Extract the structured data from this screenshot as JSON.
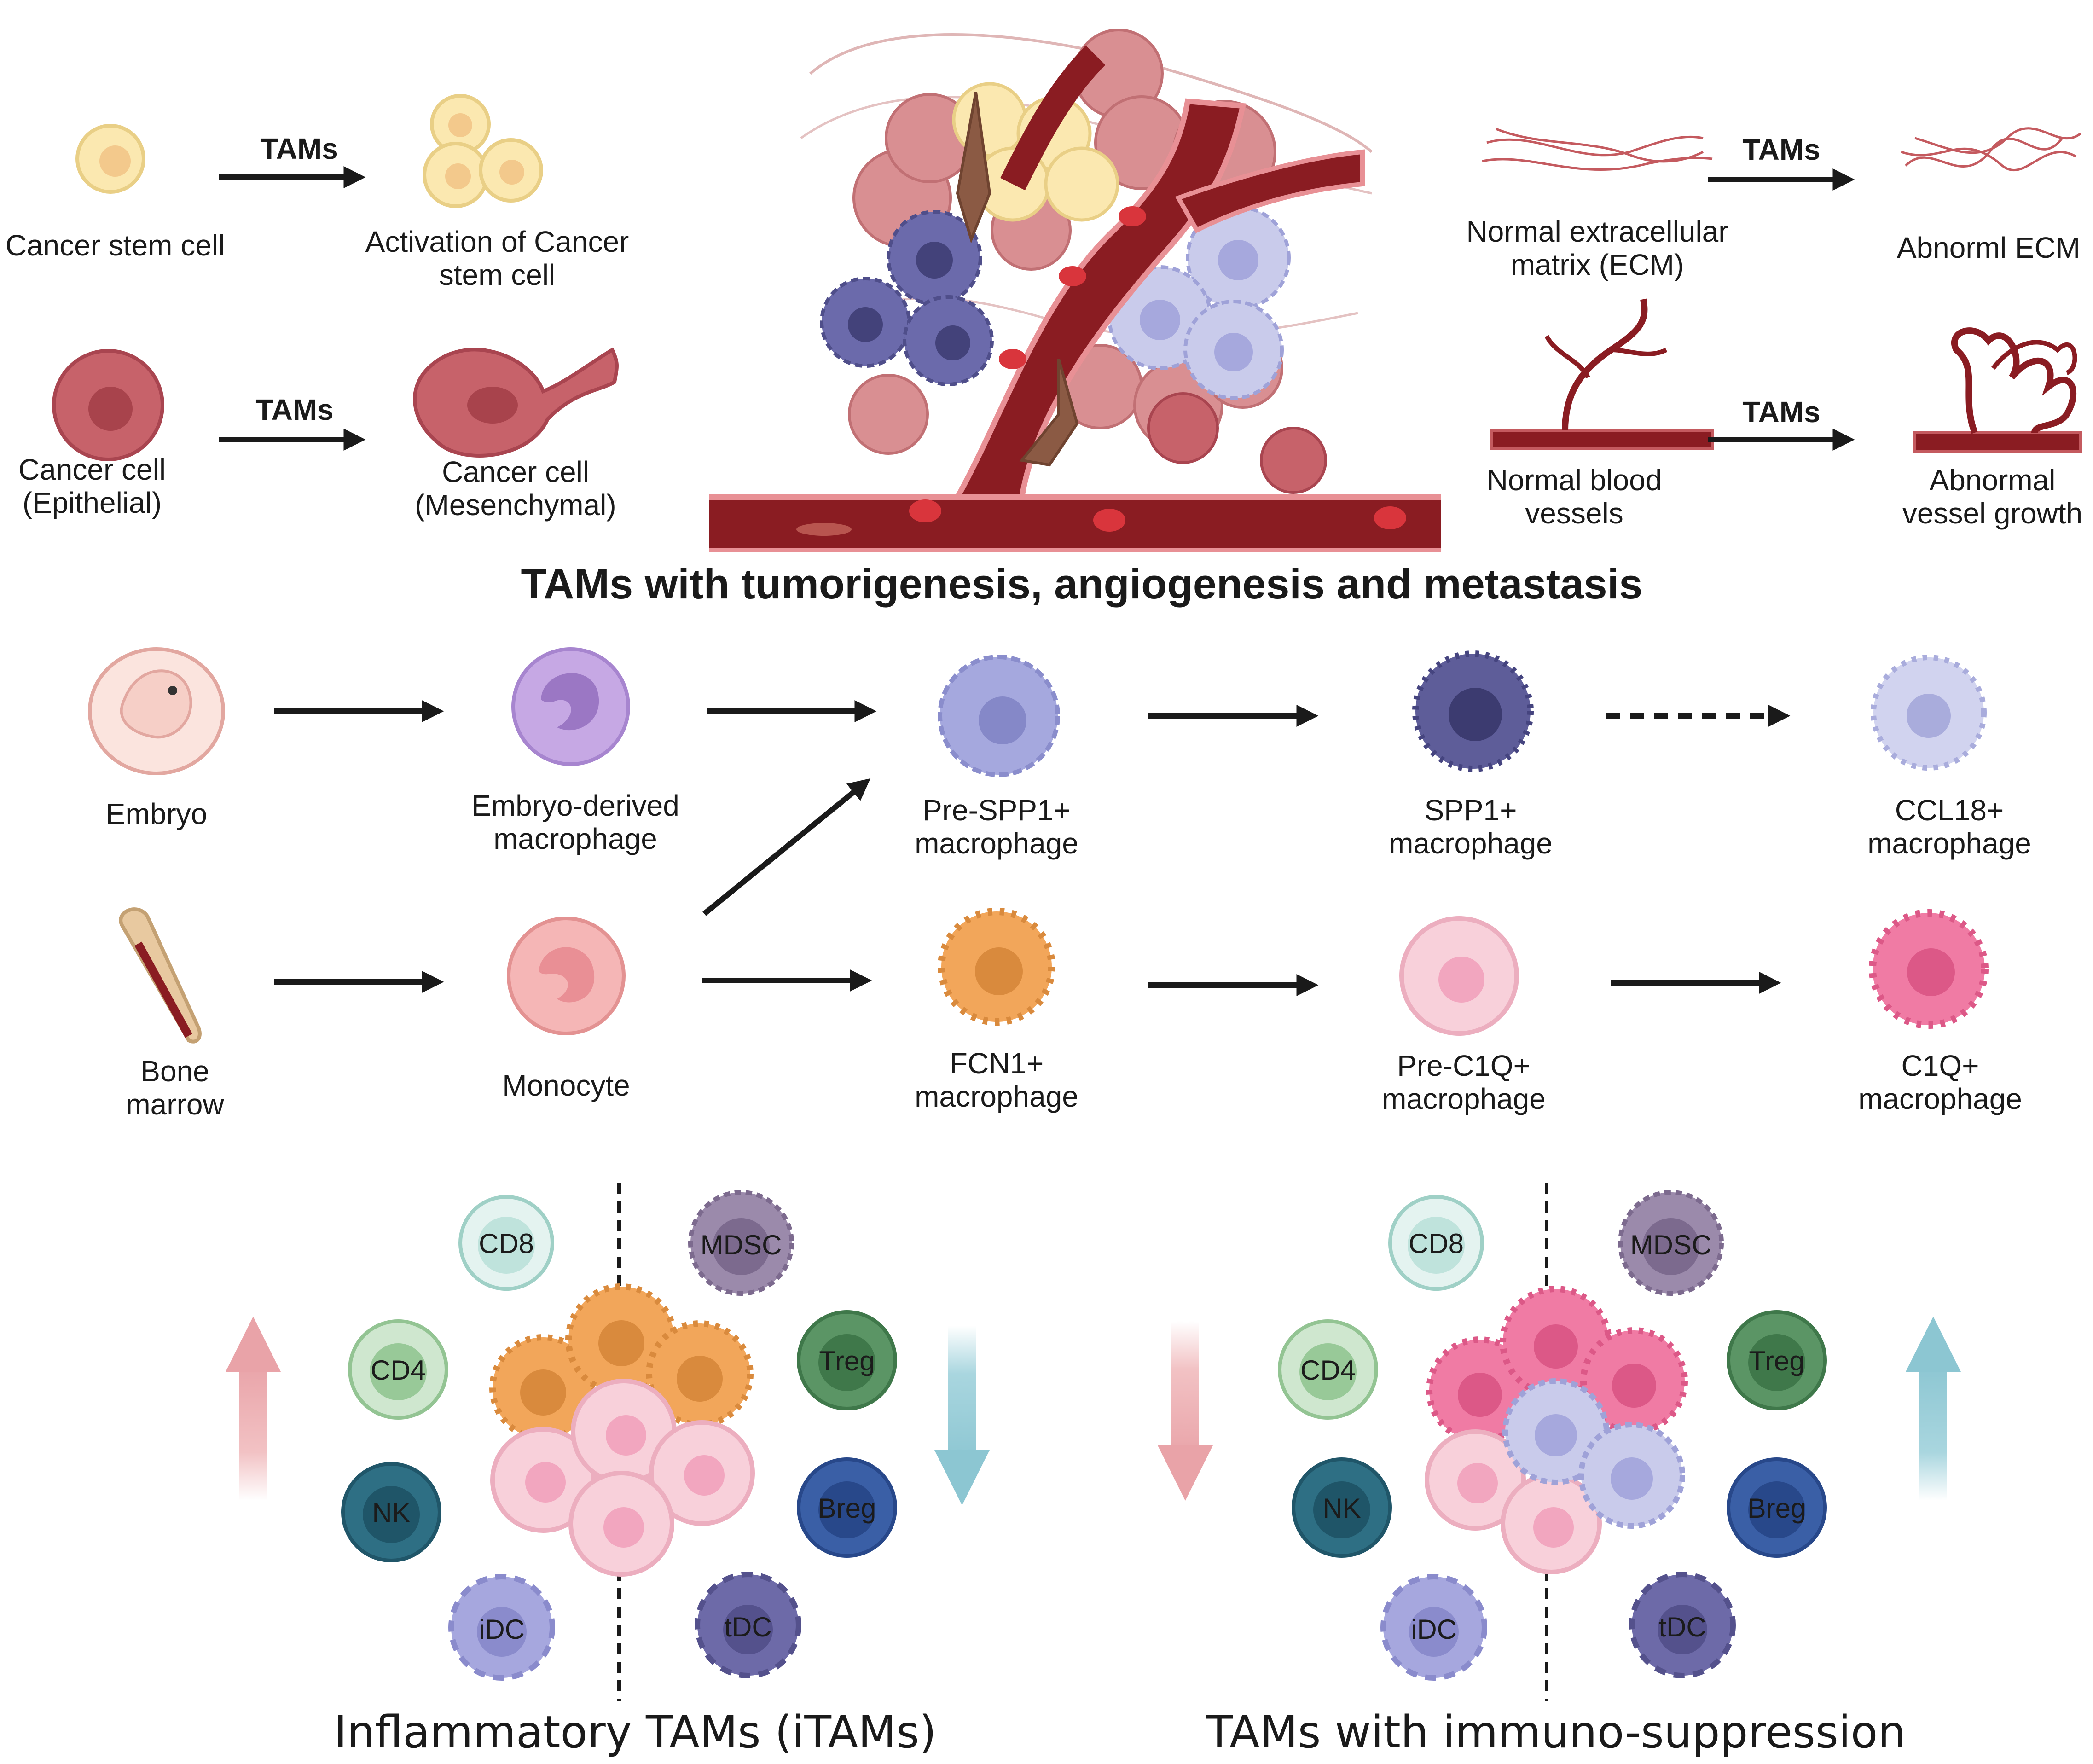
{
  "top_section": {
    "title": "TAMs with tumorigenesis, angiogenesis and  metastasis",
    "arrow_label": "TAMs",
    "cancer_stem_cell": "Cancer stem cell",
    "activation_cancer_stem_cell": [
      "Activation of Cancer",
      "stem cell"
    ],
    "cancer_cell_epithelial": [
      "Cancer cell",
      "(Epithelial)"
    ],
    "cancer_cell_mesenchymal": [
      "Cancer cell",
      "(Mesenchymal)"
    ],
    "normal_ecm": [
      "Normal extracellular",
      "matrix (ECM)"
    ],
    "abnormal_ecm": "Abnorml ECM",
    "normal_vessels": [
      "Normal blood",
      "vessels"
    ],
    "abnormal_vessels": [
      "Abnormal",
      "vessel growth"
    ]
  },
  "lineage": {
    "embryo": "Embryo",
    "embryo_macrophage": [
      "Embryo-derived",
      "macrophage"
    ],
    "pre_spp1": [
      "Pre-SPP1+",
      "macrophage"
    ],
    "spp1": [
      "SPP1+",
      "macrophage"
    ],
    "ccl18": [
      "CCL18+",
      "macrophage"
    ],
    "bone_marrow": [
      "Bone",
      "marrow"
    ],
    "monocyte": "Monocyte",
    "fcn1": [
      "FCN1+",
      "macrophage"
    ],
    "pre_c1q": [
      "Pre-C1Q+",
      "macrophage"
    ],
    "c1q": [
      "C1Q+",
      "macrophage"
    ]
  },
  "bottom": {
    "left_title": "Inflammatory TAMs (iTAMs)",
    "right_title": "TAMs with immuno-suppression",
    "cells": {
      "cd8": "CD8",
      "cd4": "CD4",
      "nk": "NK",
      "idc": "iDC",
      "mdsc": "MDSC",
      "treg": "Treg",
      "breg": "Breg",
      "tdc": "tDC"
    }
  },
  "colors": {
    "stem_cell": "#f7e3a1",
    "cancer_cell": "#c7626a",
    "vessel": "#8a1c22",
    "pre_spp1": "#9c9fd6",
    "spp1": "#5e5d99",
    "ccl18": "#c9cbeb",
    "embryo_mac": "#b79ad9",
    "monocyte": "#f0a6a8",
    "fcn1": "#f2a65a",
    "pre_c1q": "#f6c3d0",
    "c1q": "#ea6f9c",
    "cd8": "#cfe8e4",
    "cd4": "#b7d9b7",
    "nk": "#2e6f84",
    "idc": "#a6a7de",
    "mdsc": "#8c7a9c",
    "treg": "#4f8a58",
    "breg": "#3a5fa6",
    "tdc": "#6d6aa8",
    "up_arrow_red": "#f2c2c4",
    "down_arrow_blue": "#a9d6df"
  }
}
